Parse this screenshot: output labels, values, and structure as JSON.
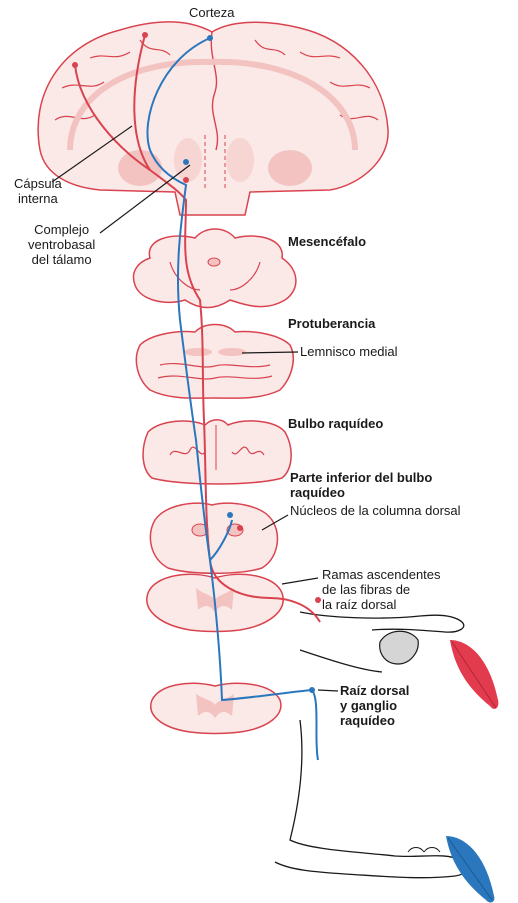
{
  "labels": {
    "corteza": "Corteza",
    "capsula_interna": [
      "Cápsula",
      "interna"
    ],
    "complejo_ventrobasal": [
      "Complejo",
      "ventrobasal",
      "del tálamo"
    ],
    "mesencefalo": "Mesencéfalo",
    "protuberancia": "Protuberancia",
    "lemnisco_medial": "Lemnisco medial",
    "bulbo_raquideo": "Bulbo raquídeo",
    "parte_inferior_bulbo": [
      "Parte inferior del bulbo",
      "raquídeo"
    ],
    "nucleos_columna_dorsal": "Núcleos de la columna dorsal",
    "ramas_ascendentes": [
      "Ramas ascendentes",
      "de las fibras de",
      "la raíz dorsal"
    ],
    "raiz_dorsal": [
      "Raíz dorsal",
      "y ganglio",
      "raquídeo"
    ]
  },
  "colors": {
    "tissue_outline": "#d9434f",
    "tissue_fill": "#fbe9e7",
    "tissue_inner": "#f2c3c0",
    "pathway_red": "#d9434f",
    "pathway_blue": "#2a77bd",
    "feather_red": "#e23b4e",
    "feather_blue": "#2a77bd",
    "line_black": "#1a1a1a"
  },
  "icons": [
    "brain-coronal-section",
    "midbrain-section",
    "pons-section",
    "medulla-section",
    "lower-medulla-section",
    "spinal-cord-section",
    "hand-outline",
    "foot-outline",
    "feather-red",
    "feather-blue"
  ]
}
